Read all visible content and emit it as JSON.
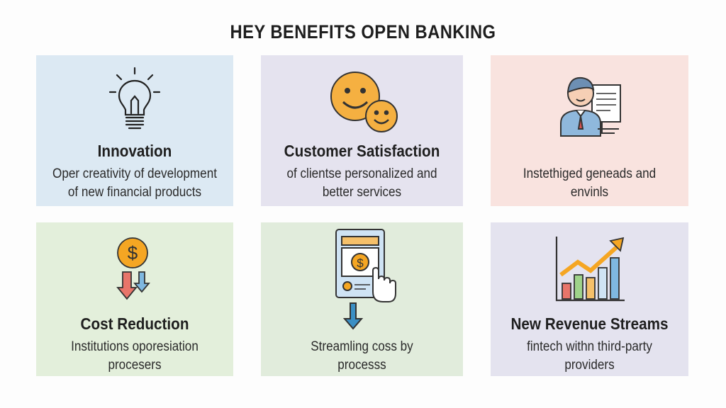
{
  "title": "HEY BENEFITS OPEN BANKING",
  "cards": [
    {
      "icon": "lightbulb-icon",
      "title": "Innovation",
      "lines": [
        "Oper creativity of development",
        "of new financial products"
      ]
    },
    {
      "icon": "smiley-faces-icon",
      "title": "Customer Satisfaction",
      "lines": [
        "of clientse personalized and",
        "better services"
      ]
    },
    {
      "icon": "businessman-document-icon",
      "title": "",
      "lines": [
        "Instethiged geneads and",
        "envinls"
      ]
    },
    {
      "icon": "dollar-down-arrows-icon",
      "title": "Cost Reduction",
      "lines": [
        "Institutions oporesiation",
        "procesers"
      ]
    },
    {
      "icon": "tablet-payment-icon",
      "title": "",
      "lines": [
        "Streamling coss by",
        "processs"
      ]
    },
    {
      "icon": "growth-chart-icon",
      "title": "New Revenue Streams",
      "lines": [
        "fintech withn third-party",
        "providers"
      ]
    }
  ],
  "colors": {
    "blue": "#dce9f3",
    "lavender": "#e5e3ef",
    "pink": "#f9e3df",
    "green": "#e3efdb"
  }
}
